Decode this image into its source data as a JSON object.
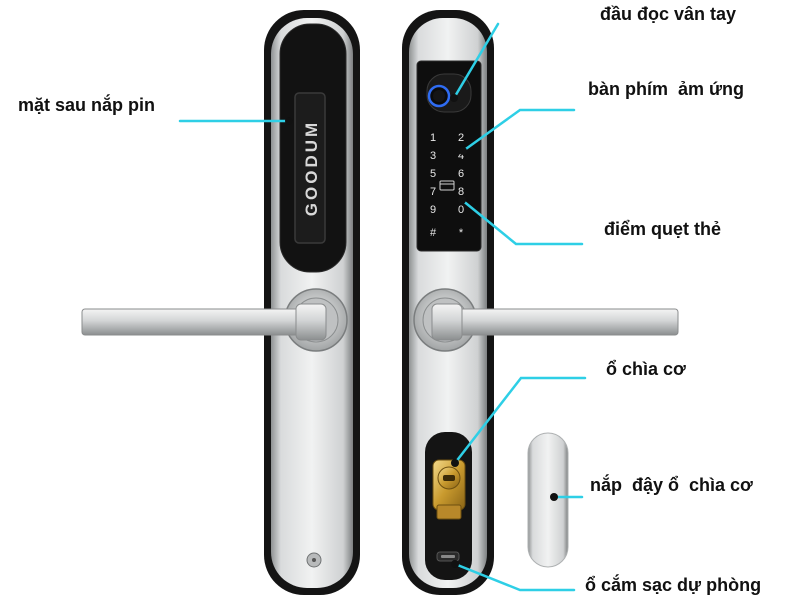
{
  "diagram": {
    "brand_logo_text": "GOODUM",
    "callouts": {
      "battery_cover": "mặt sau nắp pin",
      "fingerprint_reader": "đầu đọc vân tay",
      "touch_keypad": "bàn phím  ảm ứng",
      "card_swipe_area": "điểm quẹt thẻ",
      "mechanical_key": "ổ chìa cơ",
      "keyhole_cover": "nắp  đậy ổ  chìa cơ",
      "backup_charging_port": "ổ cắm sạc dự phòng"
    },
    "keypad": {
      "rows": [
        [
          "1",
          "2"
        ],
        [
          "3",
          "4"
        ],
        [
          "5",
          "6"
        ],
        [
          "7",
          "8"
        ],
        [
          "9",
          "0"
        ],
        [
          "#",
          "*"
        ]
      ]
    },
    "colors": {
      "leader_line": "#2ecfe6",
      "leader_dot": "#111111",
      "steel": "#c9cbcc",
      "black_panel": "#111111"
    }
  }
}
